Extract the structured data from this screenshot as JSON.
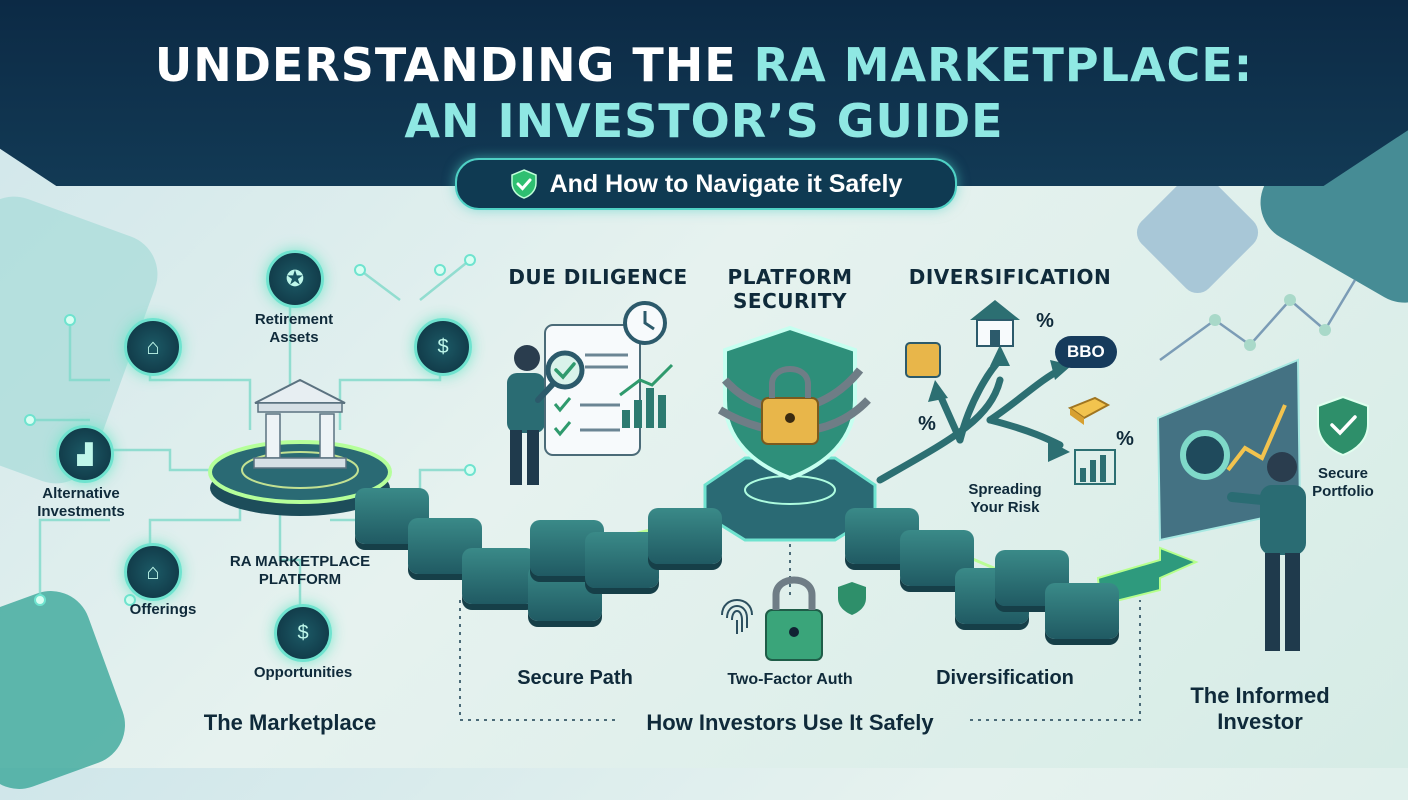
{
  "title_line1_pre": "UNDERSTANDING THE ",
  "title_line1_accent": "RA MARKETPLACE:",
  "title_line2": "AN INVESTOR’S GUIDE",
  "subtitle": "And How to Navigate it Safely",
  "marketplace": {
    "platform_label_1": "RA MARKETPLACE",
    "platform_label_2": "PLATFORM",
    "nodes": [
      {
        "label": "Retirement Assets",
        "icon": "piggy-bank-icon"
      },
      {
        "label": "Alternative Investments",
        "icon": "chart-icon"
      },
      {
        "label": "Offerings",
        "icon": "bank-icon"
      },
      {
        "label": "Opportunities",
        "icon": "hand-coin-icon"
      }
    ],
    "section_label": "The Marketplace"
  },
  "due_diligence": {
    "heading": "DUE DILIGENCE"
  },
  "platform_security": {
    "heading_1": "PLATFORM",
    "heading_2": "SECURITY"
  },
  "diversification": {
    "heading": "DIVERSIFICATION",
    "bbo_badge": "BBO",
    "percent": "%",
    "caption_1": "Spreading",
    "caption_2": "Your Risk"
  },
  "path_labels": {
    "secure_path": "Secure Path",
    "two_factor": "Two-Factor Auth",
    "diversification": "Diversification",
    "how_safely": "How Investors Use It Safely"
  },
  "investor": {
    "portfolio_1": "Secure",
    "portfolio_2": "Portfolio",
    "label_1": "The Informed",
    "label_2": "Investor"
  },
  "colors": {
    "navy": "#0c2a45",
    "teal": "#4fd1c5",
    "mint": "#8fe8e3",
    "tile": "#2c6f72",
    "gold": "#e8b64a"
  }
}
